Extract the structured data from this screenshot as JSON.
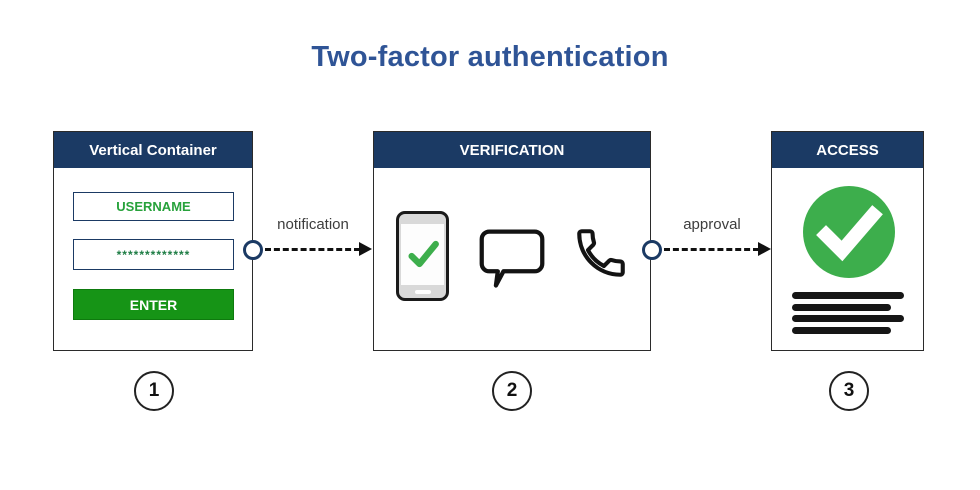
{
  "title": "Two-factor authentication",
  "colors": {
    "title_blue": "#2F5496",
    "header_navy": "#1B3A64",
    "button_green": "#169416",
    "username_green": "#27A23B",
    "password_green": "#1E7D45",
    "check_green": "#3DAE4C",
    "connector_navy": "#1B3A64",
    "line_black": "#111111"
  },
  "steps": [
    {
      "number": "1",
      "header": "Vertical Container",
      "fields": {
        "username": "USERNAME",
        "password_mask": "*************",
        "enter": "ENTER"
      }
    },
    {
      "number": "2",
      "header": "VERIFICATION",
      "icons": [
        "smartphone-check-icon",
        "chat-bubble-icon",
        "phone-handset-icon"
      ]
    },
    {
      "number": "3",
      "header": "ACCESS",
      "icons": [
        "check-circle-icon",
        "text-lines"
      ]
    }
  ],
  "connectors": [
    {
      "label": "notification"
    },
    {
      "label": "approval"
    }
  ]
}
